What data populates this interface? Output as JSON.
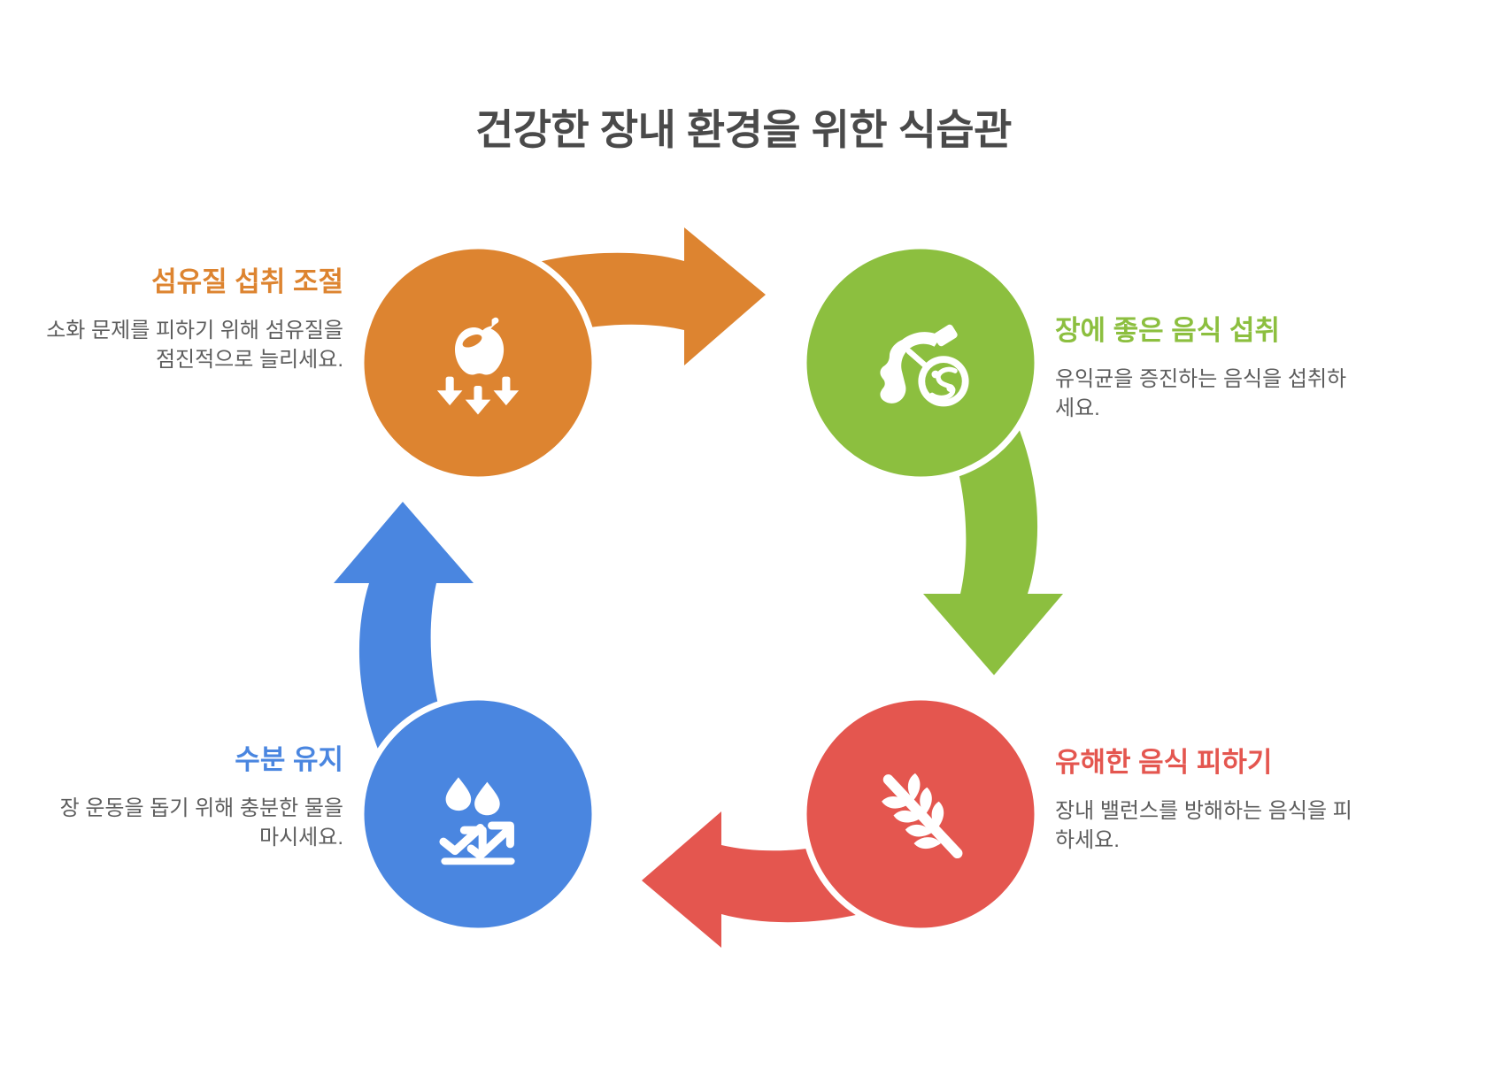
{
  "page": {
    "title": "건강한 장내 환경을 위한 식습관",
    "background_color": "#ffffff",
    "title_color": "#4a4a4a"
  },
  "diagram": {
    "type": "cycle",
    "direction": "clockwise",
    "steps": [
      {
        "id": "fiber",
        "position": "top-left",
        "title": "섬유질 섭취 조절",
        "body": "소화 문제를 피하기 위해 섬유질을 점진적으로 늘리세요.",
        "color": "#dd8430",
        "icon": "apple-with-down-arrows-icon",
        "text_align": "right"
      },
      {
        "id": "good-food",
        "position": "top-right",
        "title": "장에 좋은 음식 섭취",
        "body": "유익균을 증진하는 음식을 섭취하세요.",
        "color": "#8cbf3f",
        "icon": "gut-probiotic-icon",
        "text_align": "left"
      },
      {
        "id": "avoid-food",
        "position": "bottom-right",
        "title": "유해한 음식 피하기",
        "body": "장내 밸런스를 방해하는 음식을 피하세요.",
        "color": "#e4564f",
        "icon": "no-gluten-wheat-icon",
        "text_align": "left"
      },
      {
        "id": "hydration",
        "position": "bottom-left",
        "title": "수분 유지",
        "body": "장 운동을 돕기 위해 충분한 물을 마시세요.",
        "color": "#4a86e0",
        "icon": "water-drops-uptrend-icon",
        "text_align": "right"
      }
    ],
    "arrows": [
      {
        "from": "fiber",
        "to": "good-food",
        "color": "#dd8430"
      },
      {
        "from": "good-food",
        "to": "avoid-food",
        "color": "#8cbf3f"
      },
      {
        "from": "avoid-food",
        "to": "hydration",
        "color": "#e4564f"
      },
      {
        "from": "hydration",
        "to": "fiber",
        "color": "#4a86e0"
      }
    ]
  }
}
